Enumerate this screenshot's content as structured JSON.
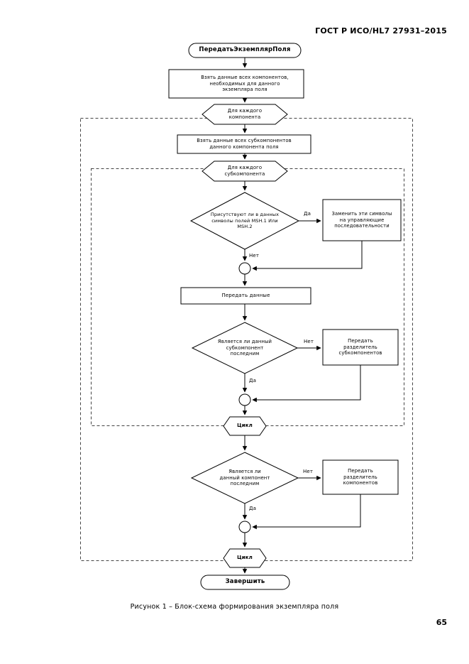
{
  "page": {
    "header": "ГОСТ Р ИСО/HL7 27931–2015",
    "caption": "Рисунок 1 – Блок-схема формирования экземпляра поля",
    "page_number": "65"
  },
  "flowchart": {
    "start_label": "ПередатьЭкземплярПоля",
    "get_components": "Взять данные всех компонентов, необходимых для данного экземпляра поля",
    "loop_components": "Для каждого компонента",
    "get_subcomponents": "Взять данные всех субкомпонентов данного компонента поля",
    "loop_subcomponents": "Для каждого субкомпонента",
    "decision_symbols": "Присутствуют ли в данных символы полей MSH.1 Или MSH.2",
    "replace_symbols": "Заменить эти символы на управляющие последовательности",
    "send_data": "Передать данные",
    "decision_last_subcomponent": "Является ли данный субкомпонент последним",
    "send_subcomponent_delimiter": "Передать разделитель субкомпонентов",
    "loop_end_sub": "Цикл",
    "decision_last_component": "Является ли данный компонент последним",
    "send_component_delimiter": "Передать разделитель компонентов",
    "loop_end_comp": "Цикл",
    "end_label": "Завершить",
    "yes": "Да",
    "no": "Нет"
  }
}
